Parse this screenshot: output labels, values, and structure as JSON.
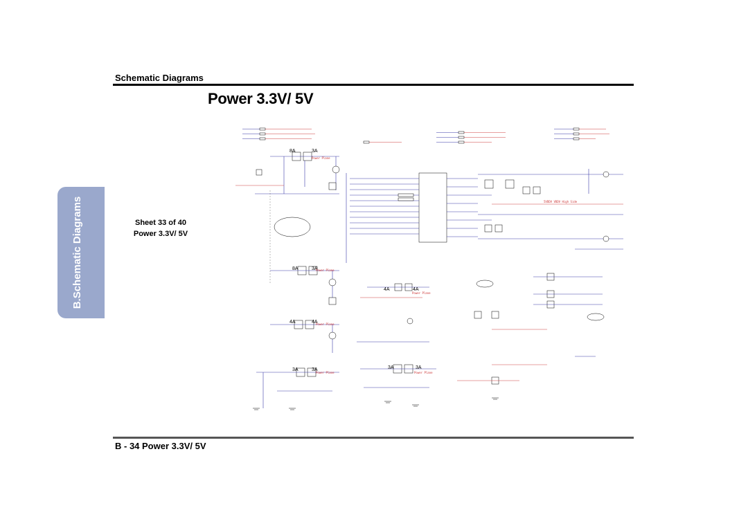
{
  "header": {
    "section_title": "Schematic  Diagrams",
    "page_title": "Power 3.3V/ 5V"
  },
  "side_tab": {
    "label": "B.Schematic Diagrams",
    "color": "#9aa8cc"
  },
  "sheet": {
    "line1": "Sheet 33 of 40",
    "line2": "Power 3.3V/ 5V"
  },
  "footer": {
    "text": "B - 34   Power 3.3V/ 5V"
  },
  "schematic": {
    "ic_label": "Power Plane",
    "highlight_note": "5VDDV VDDV High Side",
    "current_labels": [
      "8A",
      "3A",
      "3A",
      "4A",
      "4A",
      "4A",
      "4A",
      "3A",
      "3A",
      "3A"
    ],
    "colors": {
      "wire": "#3a3aa8",
      "accent": "#cc3333"
    }
  }
}
